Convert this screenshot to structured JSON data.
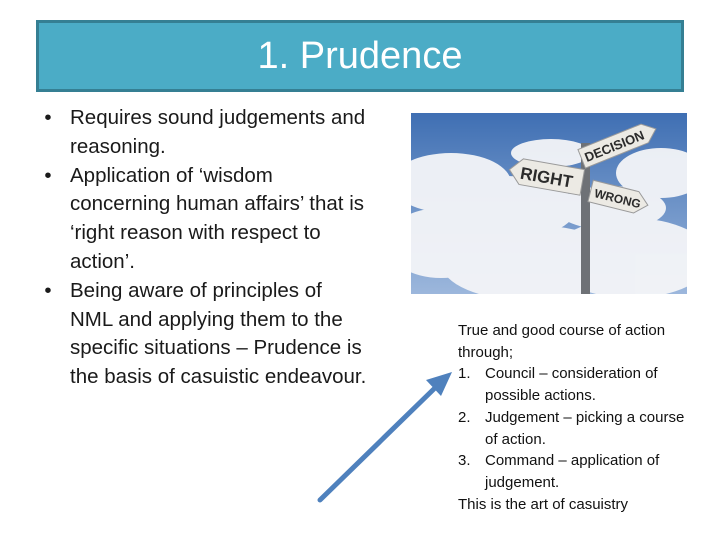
{
  "slide": {
    "title": "1. Prudence",
    "bullets": [
      "Requires sound judgements and reasoning.",
      "Application of ‘wisdom concerning human affairs’ that is ‘right reason with respect to action’.",
      "Being aware of principles of NML and applying them to the specific situations – Prudence is the basis of casuistic endeavour."
    ],
    "bullet_glyph": "•"
  },
  "image": {
    "signs": {
      "decision": "DECISION",
      "right": "RIGHT",
      "wrong": "WRONG"
    },
    "colors": {
      "sky": "#5c86c2",
      "cloud": "#f4f5f8",
      "post": "#6e7176",
      "sign": "#eceae4",
      "sign_text": "#2b2b2b"
    }
  },
  "caption": {
    "intro": "True and good course of action through;",
    "steps": [
      {
        "num": "1.",
        "text": "Council – consideration of possible actions."
      },
      {
        "num": "2.",
        "text": "Judgement – picking a course of action."
      },
      {
        "num": "3.",
        "text": "Command – application of judgement."
      }
    ],
    "outro": "This is the art of casuistry"
  },
  "colors": {
    "title_bg": "#4bacc6",
    "title_border": "#357f93",
    "arrow": "#4f81bd"
  }
}
